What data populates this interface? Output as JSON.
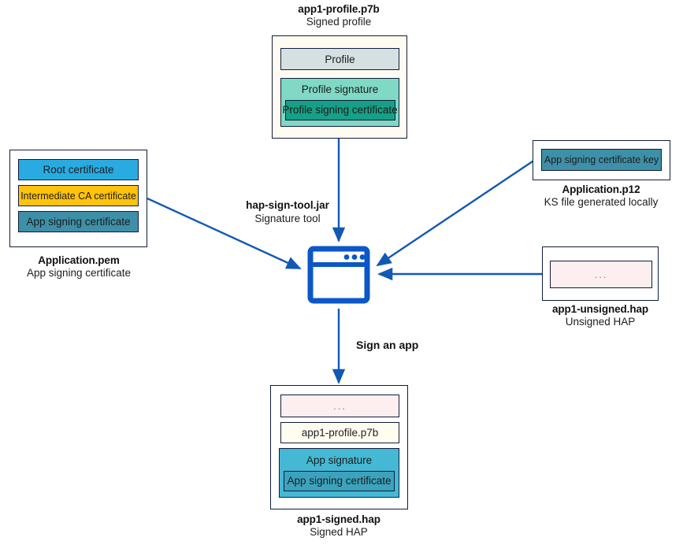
{
  "diagram": {
    "title_internal": "HAP signing flow",
    "colors": {
      "arrow_blue": "#1159b5",
      "tool_blue": "#0b57c8",
      "border_navy": "#131c3d",
      "profile_gray": "#d5e0e2",
      "profile_signature_teal": "#7fd9c5",
      "profile_signing_cert_teal": "#16a085",
      "root_certificate_blue": "#29abe2",
      "intermediate_ca_amber": "#ffc20e",
      "app_signing_cert_steel": "#3e8fa8",
      "app_signing_cert_key_steel": "#3e8fa8",
      "app_signature_cyan": "#45b8d4",
      "app_signing_cert_inner": "#3ba3bd",
      "pink_fill": "#fdeef0",
      "cream_fill": "#fffdf0",
      "card_cream_bg": "#fffbf0",
      "card_white_bg": "#ffffff"
    }
  },
  "profile_card": {
    "caption_title": "app1-profile.p7b",
    "caption_sub": "Signed profile",
    "blocks": {
      "profile": "Profile",
      "profile_signature": "Profile signature",
      "profile_signing_certificate": "Profile signing certificate"
    }
  },
  "pem_card": {
    "caption_title": "Application.pem",
    "caption_sub": "App signing certificate",
    "blocks": [
      {
        "label": "Root certificate"
      },
      {
        "label": "Intermediate CA certificate"
      },
      {
        "label": "App signing certificate"
      }
    ]
  },
  "p12_card": {
    "caption_title": "Application.p12",
    "caption_sub": "KS file generated locally",
    "blocks": [
      {
        "label": "App signing certificate key"
      }
    ]
  },
  "unsigned_hap_card": {
    "caption_title": "app1-unsigned.hap",
    "caption_sub": "Unsigned HAP",
    "blocks": [
      {
        "label": "..."
      }
    ]
  },
  "signed_hap_card": {
    "caption_title": "app1-signed.hap",
    "caption_sub": "Signed HAP",
    "blocks": {
      "content": "...",
      "profile": "app1-profile.p7b",
      "app_signature": "App signature",
      "app_signing_certificate": "App signing certificate"
    }
  },
  "tool": {
    "title": "hap-sign-tool.jar",
    "subtitle": "Signature tool",
    "icon": "app-window-icon",
    "action_label": "Sign an app"
  }
}
